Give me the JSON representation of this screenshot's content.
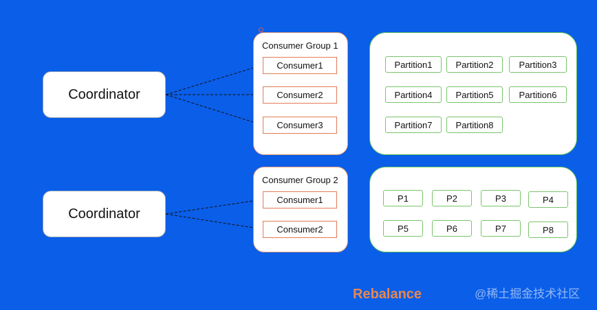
{
  "coordinators": [
    {
      "label": "Coordinator"
    },
    {
      "label": "Coordinator"
    }
  ],
  "groups": [
    {
      "title": "Consumer Group 1",
      "consumers": [
        "Consumer1",
        "Consumer2",
        "Consumer3"
      ],
      "partitions": [
        "Partition1",
        "Partition2",
        "Partition3",
        "Partition4",
        "Partition5",
        "Partition6",
        "Partition7",
        "Partition8"
      ]
    },
    {
      "title": "Consumer Group 2",
      "consumers": [
        "Consumer1",
        "Consumer2"
      ],
      "partitions": [
        "P1",
        "P2",
        "P3",
        "P4",
        "P5",
        "P6",
        "P7",
        "P8"
      ]
    }
  ],
  "footer": {
    "label": "Rebalance",
    "watermark": "@稀土掘金技术社区"
  },
  "colors": {
    "background": "#0a5ee8",
    "group_border": "#e39a7a",
    "consumer_border": "#e07b55",
    "partition_border": "#78c46a",
    "rebalance": "#e8884e"
  }
}
